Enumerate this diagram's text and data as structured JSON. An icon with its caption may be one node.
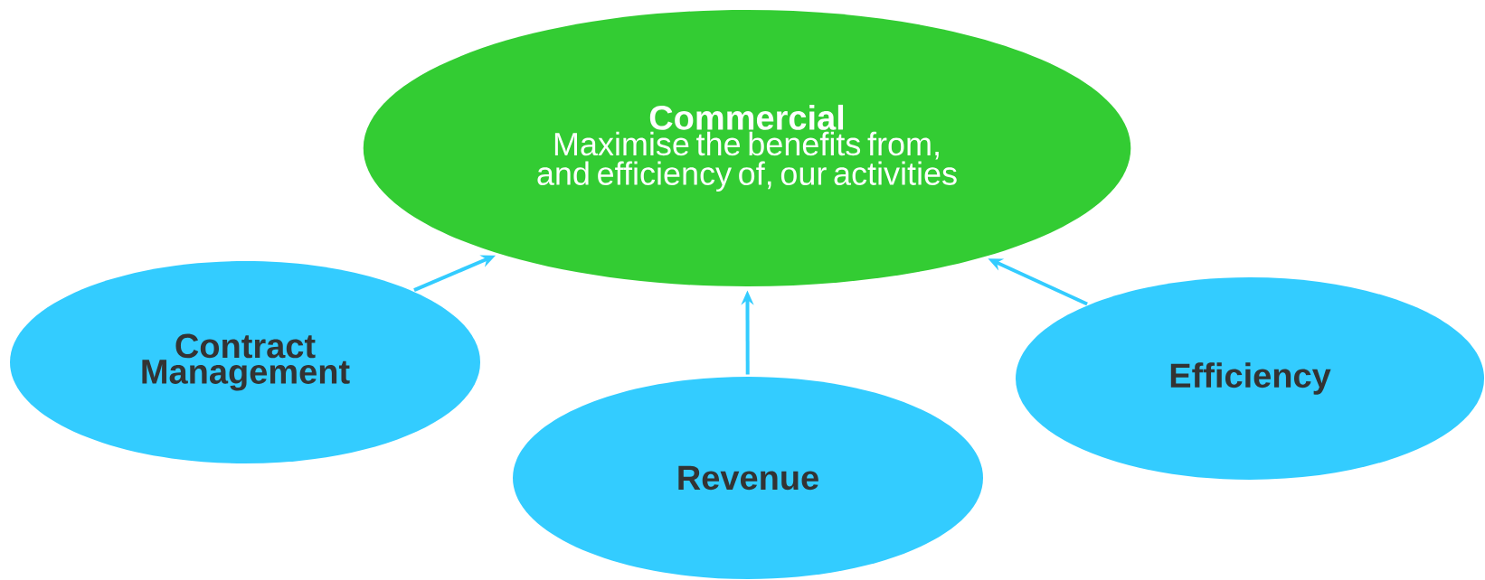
{
  "diagram": {
    "nodes": [
      {
        "text": [
          "Commercial",
          "Maximise the benefits from, and efficiency of, our activities"
        ]
      },
      {
        "text": [
          "Contract Management"
        ]
      },
      {
        "text": [
          "Revenue"
        ]
      },
      {
        "text": [
          "Efficiency"
        ]
      }
    ],
    "edges": [
      {
        "from": 1,
        "to": 0,
        "arrow": "to"
      },
      {
        "from": 2,
        "to": 0,
        "arrow": "to"
      },
      {
        "from": 3,
        "to": 0,
        "arrow": "to"
      }
    ]
  }
}
